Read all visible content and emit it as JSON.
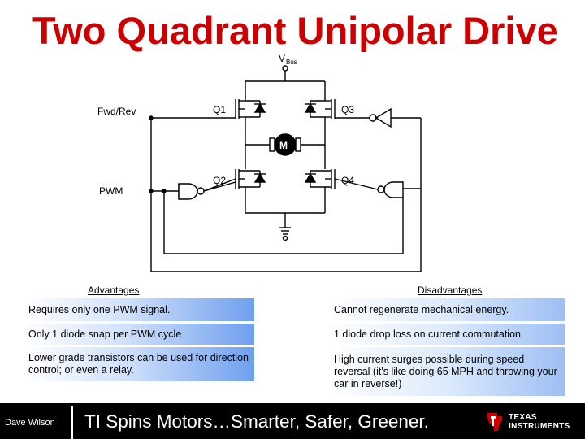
{
  "title": "Two Quadrant Unipolar Drive",
  "circuit": {
    "vbus_v": "V",
    "vbus_sub": "Bus",
    "fwd_rev": "Fwd/Rev",
    "pwm": "PWM",
    "q1": "Q1",
    "q2": "Q2",
    "q3": "Q3",
    "q4": "Q4",
    "motor": "M"
  },
  "advantages": {
    "heading": "Advantages",
    "items": [
      "Requires only one PWM signal.",
      "Only 1 diode snap per PWM cycle",
      "Lower grade transistors can be used for direction control; or even a relay."
    ]
  },
  "disadvantages": {
    "heading": "Disadvantages",
    "items": [
      "Cannot regenerate mechanical energy.",
      "1 diode drop loss on current commutation",
      "High current surges possible during speed reversal (it's like doing 65 MPH and throwing your car in reverse!)"
    ]
  },
  "footer": {
    "author": "Dave Wilson",
    "tagline": "TI Spins Motors…Smarter, Safer, Greener.",
    "logo_line1": "TEXAS",
    "logo_line2": "INSTRUMENTS"
  },
  "colors": {
    "title": "#cc0000",
    "advantage_box": "#6f9fee",
    "disadvantage_box": "#9ebff4",
    "footer": "#000000"
  }
}
